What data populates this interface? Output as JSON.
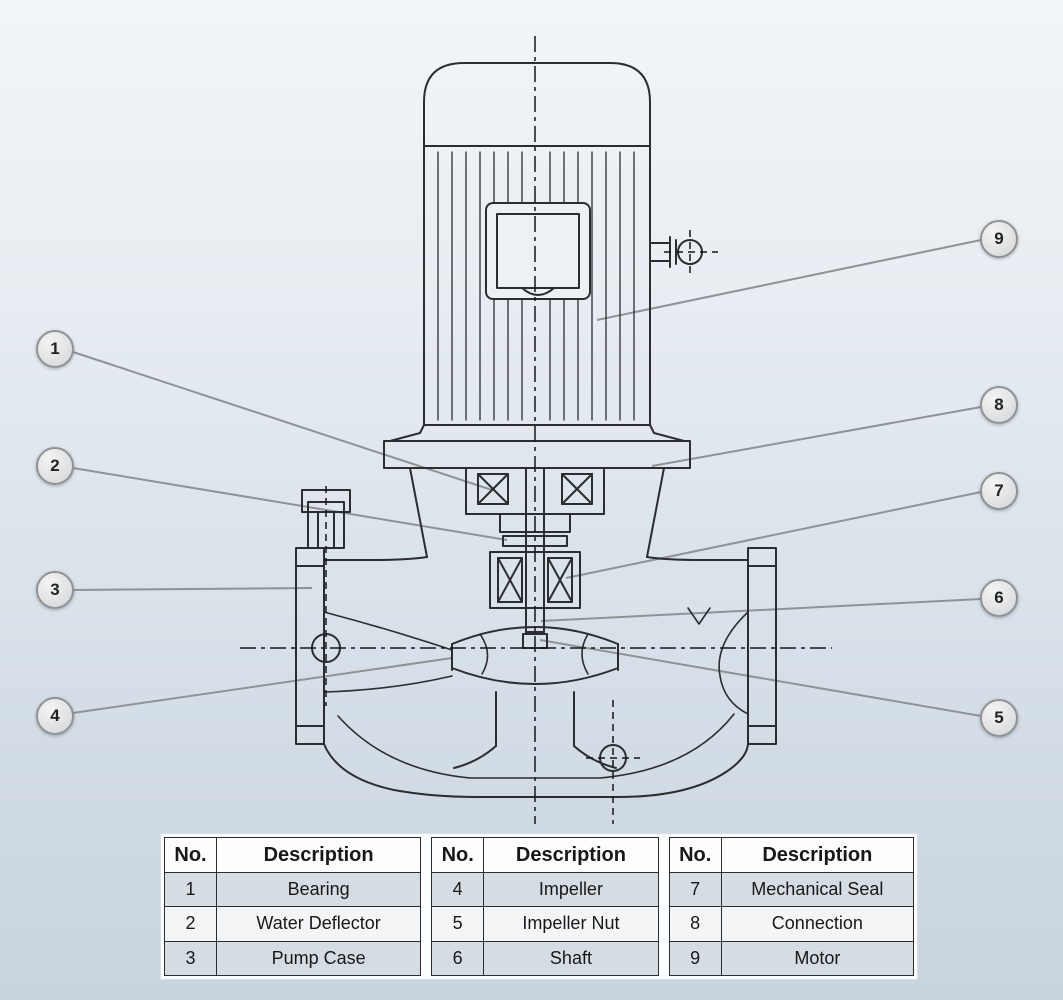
{
  "callouts": [
    {
      "label": "1"
    },
    {
      "label": "2"
    },
    {
      "label": "3"
    },
    {
      "label": "4"
    },
    {
      "label": "5"
    },
    {
      "label": "6"
    },
    {
      "label": "7"
    },
    {
      "label": "8"
    },
    {
      "label": "9"
    }
  ],
  "parts_tables": [
    {
      "col_no": "No.",
      "col_description": "Description",
      "rows": [
        {
          "no": "1",
          "description": "Bearing"
        },
        {
          "no": "2",
          "description": "Water Deflector"
        },
        {
          "no": "3",
          "description": "Pump Case"
        }
      ]
    },
    {
      "col_no": "No.",
      "col_description": "Description",
      "rows": [
        {
          "no": "4",
          "description": "Impeller"
        },
        {
          "no": "5",
          "description": "Impeller Nut"
        },
        {
          "no": "6",
          "description": "Shaft"
        }
      ]
    },
    {
      "col_no": "No.",
      "col_description": "Description",
      "rows": [
        {
          "no": "7",
          "description": "Mechanical Seal"
        },
        {
          "no": "8",
          "description": "Connection"
        },
        {
          "no": "9",
          "description": "Motor"
        }
      ]
    }
  ]
}
